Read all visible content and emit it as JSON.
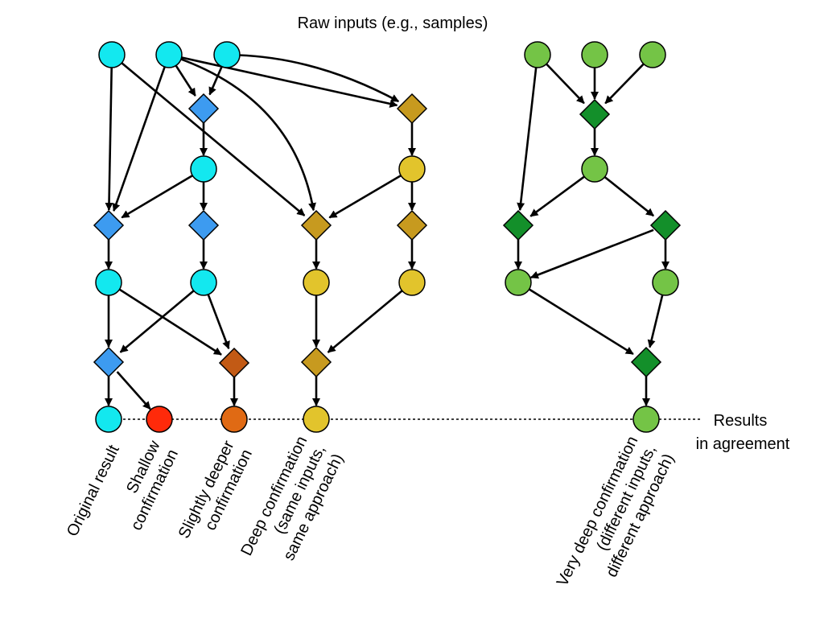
{
  "title": "Raw inputs (e.g., samples)",
  "result_label": [
    "Results",
    "in agreement"
  ],
  "colors": {
    "cyan": "#13e8ef",
    "blue": "#3d9bf0",
    "yellow": "#e2c42c",
    "gold": "#c79a1f",
    "red": "#ff2a0a",
    "orange_circle": "#e06a14",
    "orange_diamond": "#c25a15",
    "light_green": "#74c446",
    "dark_green": "#138f2a"
  },
  "columns": [
    {
      "id": "original",
      "lines": [
        "Original result"
      ]
    },
    {
      "id": "shallow",
      "lines": [
        "Shallow",
        "confirmation"
      ]
    },
    {
      "id": "slightly_deeper",
      "lines": [
        "Slightly deeper",
        "confirmation"
      ]
    },
    {
      "id": "deep",
      "lines": [
        "Deep confirmation",
        "(same inputs,",
        "same approach)"
      ]
    },
    {
      "id": "very_deep",
      "lines": [
        "Very deep confirmation",
        "(different inputs,",
        "different approach)"
      ]
    }
  ],
  "nodes": [
    {
      "id": "c1",
      "shape": "circle",
      "color": "cyan"
    },
    {
      "id": "c2",
      "shape": "circle",
      "color": "cyan"
    },
    {
      "id": "c3",
      "shape": "circle",
      "color": "cyan"
    },
    {
      "id": "d_b1",
      "shape": "diamond",
      "color": "blue"
    },
    {
      "id": "c4",
      "shape": "circle",
      "color": "cyan"
    },
    {
      "id": "d_b2",
      "shape": "diamond",
      "color": "blue"
    },
    {
      "id": "d_b3",
      "shape": "diamond",
      "color": "blue"
    },
    {
      "id": "c5",
      "shape": "circle",
      "color": "cyan"
    },
    {
      "id": "c6",
      "shape": "circle",
      "color": "cyan"
    },
    {
      "id": "d_b4",
      "shape": "diamond",
      "color": "blue"
    },
    {
      "id": "c_out1",
      "shape": "circle",
      "color": "cyan"
    },
    {
      "id": "r_out2",
      "shape": "circle",
      "color": "red"
    },
    {
      "id": "d_o1",
      "shape": "diamond",
      "color": "orange_diamond"
    },
    {
      "id": "o_out3",
      "shape": "circle",
      "color": "orange_circle"
    },
    {
      "id": "d_g1",
      "shape": "diamond",
      "color": "gold"
    },
    {
      "id": "y1",
      "shape": "circle",
      "color": "yellow"
    },
    {
      "id": "d_g2",
      "shape": "diamond",
      "color": "gold"
    },
    {
      "id": "d_g3",
      "shape": "diamond",
      "color": "gold"
    },
    {
      "id": "y2",
      "shape": "circle",
      "color": "yellow"
    },
    {
      "id": "y3",
      "shape": "circle",
      "color": "yellow"
    },
    {
      "id": "d_g4",
      "shape": "diamond",
      "color": "gold"
    },
    {
      "id": "y_out4",
      "shape": "circle",
      "color": "yellow"
    },
    {
      "id": "g1",
      "shape": "circle",
      "color": "light_green"
    },
    {
      "id": "g2",
      "shape": "circle",
      "color": "light_green"
    },
    {
      "id": "g3",
      "shape": "circle",
      "color": "light_green"
    },
    {
      "id": "dg1",
      "shape": "diamond",
      "color": "dark_green"
    },
    {
      "id": "g4",
      "shape": "circle",
      "color": "light_green"
    },
    {
      "id": "dg2",
      "shape": "diamond",
      "color": "dark_green"
    },
    {
      "id": "dg3",
      "shape": "diamond",
      "color": "dark_green"
    },
    {
      "id": "g5",
      "shape": "circle",
      "color": "light_green"
    },
    {
      "id": "g6",
      "shape": "circle",
      "color": "light_green"
    },
    {
      "id": "dg4",
      "shape": "diamond",
      "color": "dark_green"
    },
    {
      "id": "g_out5",
      "shape": "circle",
      "color": "light_green"
    }
  ],
  "edges": [
    {
      "from": "c1",
      "to": "d_b2"
    },
    {
      "from": "c1",
      "to": "d_g2"
    },
    {
      "from": "c2",
      "to": "d_b2"
    },
    {
      "from": "c2",
      "to": "d_b1"
    },
    {
      "from": "c2",
      "to": "d_g1"
    },
    {
      "from": "c2",
      "to": "d_g2",
      "curve": true
    },
    {
      "from": "c3",
      "to": "d_b1"
    },
    {
      "from": "c3",
      "to": "d_g1",
      "curve": true
    },
    {
      "from": "d_b1",
      "to": "c4"
    },
    {
      "from": "c4",
      "to": "d_b2"
    },
    {
      "from": "c4",
      "to": "d_b3"
    },
    {
      "from": "d_b2",
      "to": "c5"
    },
    {
      "from": "d_b3",
      "to": "c6"
    },
    {
      "from": "c5",
      "to": "d_b4"
    },
    {
      "from": "c5",
      "to": "d_o1"
    },
    {
      "from": "c6",
      "to": "d_b4"
    },
    {
      "from": "c6",
      "to": "d_o1"
    },
    {
      "from": "d_b4",
      "to": "c_out1"
    },
    {
      "from": "d_b4",
      "to": "r_out2"
    },
    {
      "from": "d_o1",
      "to": "o_out3"
    },
    {
      "from": "d_g1",
      "to": "y1"
    },
    {
      "from": "y1",
      "to": "d_g2"
    },
    {
      "from": "y1",
      "to": "d_g3"
    },
    {
      "from": "d_g2",
      "to": "y2"
    },
    {
      "from": "d_g3",
      "to": "y3"
    },
    {
      "from": "y2",
      "to": "d_g4"
    },
    {
      "from": "y3",
      "to": "d_g4"
    },
    {
      "from": "d_g4",
      "to": "y_out4"
    },
    {
      "from": "g1",
      "to": "dg2"
    },
    {
      "from": "g1",
      "to": "dg1"
    },
    {
      "from": "g2",
      "to": "dg1"
    },
    {
      "from": "g3",
      "to": "dg1"
    },
    {
      "from": "dg1",
      "to": "g4"
    },
    {
      "from": "g4",
      "to": "dg2"
    },
    {
      "from": "g4",
      "to": "dg3"
    },
    {
      "from": "dg2",
      "to": "g5"
    },
    {
      "from": "dg3",
      "to": "g5"
    },
    {
      "from": "dg3",
      "to": "g6"
    },
    {
      "from": "g5",
      "to": "dg4"
    },
    {
      "from": "g6",
      "to": "dg4"
    },
    {
      "from": "dg4",
      "to": "g_out5"
    }
  ]
}
